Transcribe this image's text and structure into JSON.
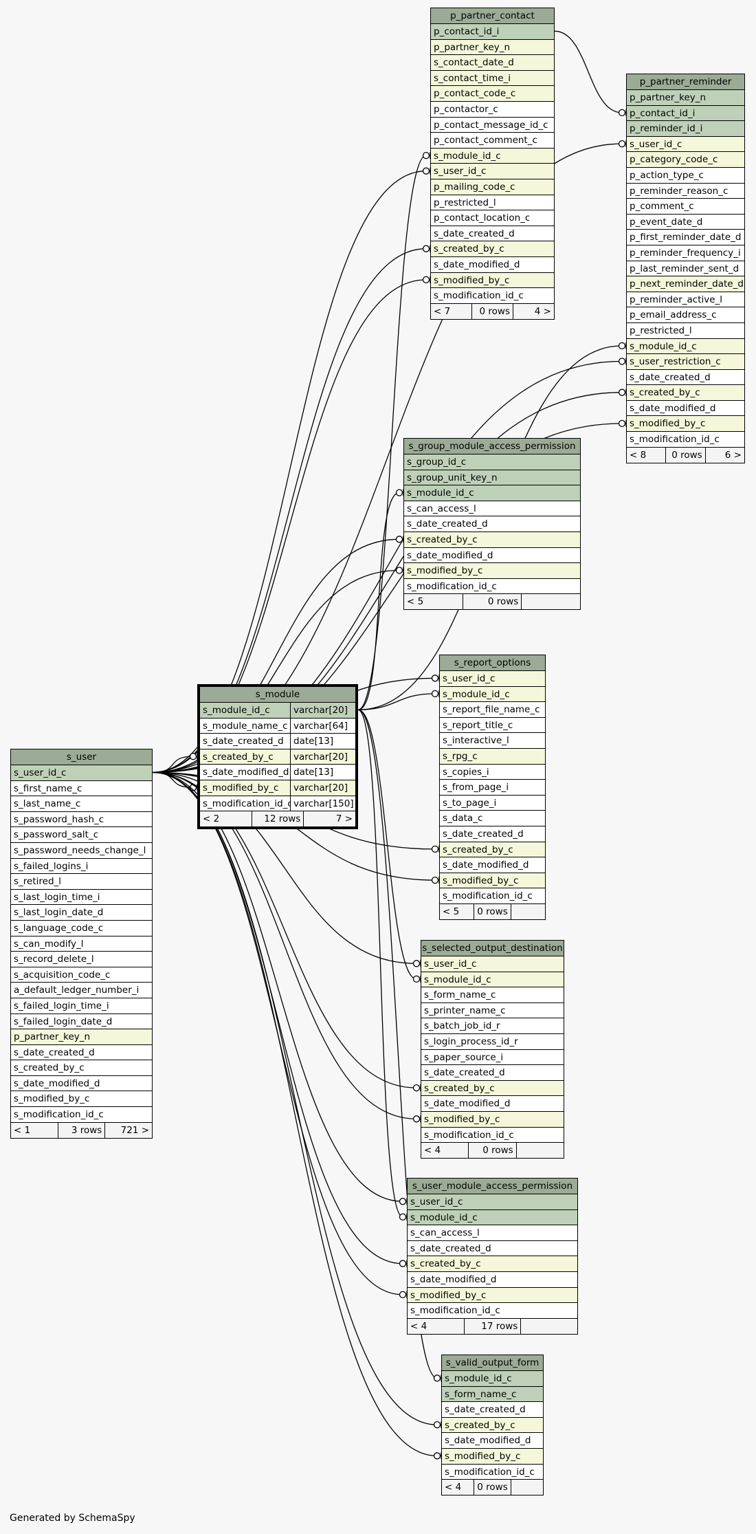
{
  "footer": "Generated by SchemaSpy",
  "tables": [
    {
      "name": "p_partner_contact",
      "columns": [
        {
          "name": "p_contact_id_i",
          "kind": "pk"
        },
        {
          "name": "p_partner_key_n",
          "kind": "fk"
        },
        {
          "name": "s_contact_date_d",
          "kind": "fk"
        },
        {
          "name": "s_contact_time_i",
          "kind": "fk"
        },
        {
          "name": "p_contact_code_c",
          "kind": "fk"
        },
        {
          "name": "p_contactor_c",
          "kind": ""
        },
        {
          "name": "p_contact_message_id_c",
          "kind": ""
        },
        {
          "name": "p_contact_comment_c",
          "kind": ""
        },
        {
          "name": "s_module_id_c",
          "kind": "fk"
        },
        {
          "name": "s_user_id_c",
          "kind": "fk"
        },
        {
          "name": "p_mailing_code_c",
          "kind": "fk"
        },
        {
          "name": "p_restricted_l",
          "kind": ""
        },
        {
          "name": "p_contact_location_c",
          "kind": ""
        },
        {
          "name": "s_date_created_d",
          "kind": ""
        },
        {
          "name": "s_created_by_c",
          "kind": "fk"
        },
        {
          "name": "s_date_modified_d",
          "kind": ""
        },
        {
          "name": "s_modified_by_c",
          "kind": "fk"
        },
        {
          "name": "s_modification_id_c",
          "kind": ""
        }
      ],
      "footer": [
        "< 7",
        "0 rows",
        "4 >"
      ]
    },
    {
      "name": "p_partner_reminder",
      "columns": [
        {
          "name": "p_partner_key_n",
          "kind": "pk"
        },
        {
          "name": "p_contact_id_i",
          "kind": "pk"
        },
        {
          "name": "p_reminder_id_i",
          "kind": "pk"
        },
        {
          "name": "s_user_id_c",
          "kind": "fk"
        },
        {
          "name": "p_category_code_c",
          "kind": "fk"
        },
        {
          "name": "p_action_type_c",
          "kind": ""
        },
        {
          "name": "p_reminder_reason_c",
          "kind": ""
        },
        {
          "name": "p_comment_c",
          "kind": ""
        },
        {
          "name": "p_event_date_d",
          "kind": ""
        },
        {
          "name": "p_first_reminder_date_d",
          "kind": ""
        },
        {
          "name": "p_reminder_frequency_i",
          "kind": ""
        },
        {
          "name": "p_last_reminder_sent_d",
          "kind": ""
        },
        {
          "name": "p_next_reminder_date_d",
          "kind": "fk"
        },
        {
          "name": "p_reminder_active_l",
          "kind": ""
        },
        {
          "name": "p_email_address_c",
          "kind": ""
        },
        {
          "name": "p_restricted_l",
          "kind": ""
        },
        {
          "name": "s_module_id_c",
          "kind": "fk"
        },
        {
          "name": "s_user_restriction_c",
          "kind": "fk"
        },
        {
          "name": "s_date_created_d",
          "kind": ""
        },
        {
          "name": "s_created_by_c",
          "kind": "fk"
        },
        {
          "name": "s_date_modified_d",
          "kind": ""
        },
        {
          "name": "s_modified_by_c",
          "kind": "fk"
        },
        {
          "name": "s_modification_id_c",
          "kind": ""
        }
      ],
      "footer": [
        "< 8",
        "0 rows",
        "6 >"
      ]
    },
    {
      "name": "s_group_module_access_permission",
      "columns": [
        {
          "name": "s_group_id_c",
          "kind": "pk"
        },
        {
          "name": "s_group_unit_key_n",
          "kind": "pk"
        },
        {
          "name": "s_module_id_c",
          "kind": "pk"
        },
        {
          "name": "s_can_access_l",
          "kind": ""
        },
        {
          "name": "s_date_created_d",
          "kind": ""
        },
        {
          "name": "s_created_by_c",
          "kind": "fk"
        },
        {
          "name": "s_date_modified_d",
          "kind": ""
        },
        {
          "name": "s_modified_by_c",
          "kind": "fk"
        },
        {
          "name": "s_modification_id_c",
          "kind": ""
        }
      ],
      "footer": [
        "< 5",
        "0 rows",
        ""
      ]
    },
    {
      "name": "s_report_options",
      "columns": [
        {
          "name": "s_user_id_c",
          "kind": "fk"
        },
        {
          "name": "s_module_id_c",
          "kind": "fk"
        },
        {
          "name": "s_report_file_name_c",
          "kind": ""
        },
        {
          "name": "s_report_title_c",
          "kind": ""
        },
        {
          "name": "s_interactive_l",
          "kind": ""
        },
        {
          "name": "s_rpg_c",
          "kind": "fk"
        },
        {
          "name": "s_copies_i",
          "kind": ""
        },
        {
          "name": "s_from_page_i",
          "kind": ""
        },
        {
          "name": "s_to_page_i",
          "kind": ""
        },
        {
          "name": "s_data_c",
          "kind": ""
        },
        {
          "name": "s_date_created_d",
          "kind": ""
        },
        {
          "name": "s_created_by_c",
          "kind": "fk"
        },
        {
          "name": "s_date_modified_d",
          "kind": ""
        },
        {
          "name": "s_modified_by_c",
          "kind": "fk"
        },
        {
          "name": "s_modification_id_c",
          "kind": ""
        }
      ],
      "footer": [
        "< 5",
        "0 rows",
        ""
      ]
    },
    {
      "name": "s_module",
      "columns": [
        {
          "name": "s_module_id_c",
          "type": "varchar[20]",
          "kind": "pk"
        },
        {
          "name": "s_module_name_c",
          "type": "varchar[64]",
          "kind": ""
        },
        {
          "name": "s_date_created_d",
          "type": "date[13]",
          "kind": ""
        },
        {
          "name": "s_created_by_c",
          "type": "varchar[20]",
          "kind": "fk"
        },
        {
          "name": "s_date_modified_d",
          "type": "date[13]",
          "kind": ""
        },
        {
          "name": "s_modified_by_c",
          "type": "varchar[20]",
          "kind": "fk"
        },
        {
          "name": "s_modification_id_c",
          "type": "varchar[150]",
          "kind": ""
        }
      ],
      "footer": [
        "< 2",
        "12 rows",
        "7 >"
      ]
    },
    {
      "name": "s_user",
      "columns": [
        {
          "name": "s_user_id_c",
          "kind": "pk"
        },
        {
          "name": "s_first_name_c",
          "kind": ""
        },
        {
          "name": "s_last_name_c",
          "kind": ""
        },
        {
          "name": "s_password_hash_c",
          "kind": ""
        },
        {
          "name": "s_password_salt_c",
          "kind": ""
        },
        {
          "name": "s_password_needs_change_l",
          "kind": ""
        },
        {
          "name": "s_failed_logins_i",
          "kind": ""
        },
        {
          "name": "s_retired_l",
          "kind": ""
        },
        {
          "name": "s_last_login_time_i",
          "kind": ""
        },
        {
          "name": "s_last_login_date_d",
          "kind": ""
        },
        {
          "name": "s_language_code_c",
          "kind": ""
        },
        {
          "name": "s_can_modify_l",
          "kind": ""
        },
        {
          "name": "s_record_delete_l",
          "kind": ""
        },
        {
          "name": "s_acquisition_code_c",
          "kind": ""
        },
        {
          "name": "a_default_ledger_number_i",
          "kind": ""
        },
        {
          "name": "s_failed_login_time_i",
          "kind": ""
        },
        {
          "name": "s_failed_login_date_d",
          "kind": ""
        },
        {
          "name": "p_partner_key_n",
          "kind": "fk"
        },
        {
          "name": "s_date_created_d",
          "kind": ""
        },
        {
          "name": "s_created_by_c",
          "kind": ""
        },
        {
          "name": "s_date_modified_d",
          "kind": ""
        },
        {
          "name": "s_modified_by_c",
          "kind": ""
        },
        {
          "name": "s_modification_id_c",
          "kind": ""
        }
      ],
      "footer": [
        "< 1",
        "3 rows",
        "721 >"
      ]
    },
    {
      "name": "s_selected_output_destination",
      "columns": [
        {
          "name": "s_user_id_c",
          "kind": "fk"
        },
        {
          "name": "s_module_id_c",
          "kind": "fk"
        },
        {
          "name": "s_form_name_c",
          "kind": ""
        },
        {
          "name": "s_printer_name_c",
          "kind": ""
        },
        {
          "name": "s_batch_job_id_r",
          "kind": ""
        },
        {
          "name": "s_login_process_id_r",
          "kind": ""
        },
        {
          "name": "s_paper_source_i",
          "kind": ""
        },
        {
          "name": "s_date_created_d",
          "kind": ""
        },
        {
          "name": "s_created_by_c",
          "kind": "fk"
        },
        {
          "name": "s_date_modified_d",
          "kind": ""
        },
        {
          "name": "s_modified_by_c",
          "kind": "fk"
        },
        {
          "name": "s_modification_id_c",
          "kind": ""
        }
      ],
      "footer": [
        "< 4",
        "0 rows",
        ""
      ]
    },
    {
      "name": "s_user_module_access_permission",
      "columns": [
        {
          "name": "s_user_id_c",
          "kind": "pk"
        },
        {
          "name": "s_module_id_c",
          "kind": "pk"
        },
        {
          "name": "s_can_access_l",
          "kind": ""
        },
        {
          "name": "s_date_created_d",
          "kind": ""
        },
        {
          "name": "s_created_by_c",
          "kind": "fk"
        },
        {
          "name": "s_date_modified_d",
          "kind": ""
        },
        {
          "name": "s_modified_by_c",
          "kind": "fk"
        },
        {
          "name": "s_modification_id_c",
          "kind": ""
        }
      ],
      "footer": [
        "< 4",
        "17 rows",
        ""
      ]
    },
    {
      "name": "s_valid_output_form",
      "columns": [
        {
          "name": "s_module_id_c",
          "kind": "pk"
        },
        {
          "name": "s_form_name_c",
          "kind": "pk"
        },
        {
          "name": "s_date_created_d",
          "kind": ""
        },
        {
          "name": "s_created_by_c",
          "kind": "fk"
        },
        {
          "name": "s_date_modified_d",
          "kind": ""
        },
        {
          "name": "s_modified_by_c",
          "kind": "fk"
        },
        {
          "name": "s_modification_id_c",
          "kind": ""
        }
      ],
      "footer": [
        "< 4",
        "0 rows",
        ""
      ]
    }
  ]
}
